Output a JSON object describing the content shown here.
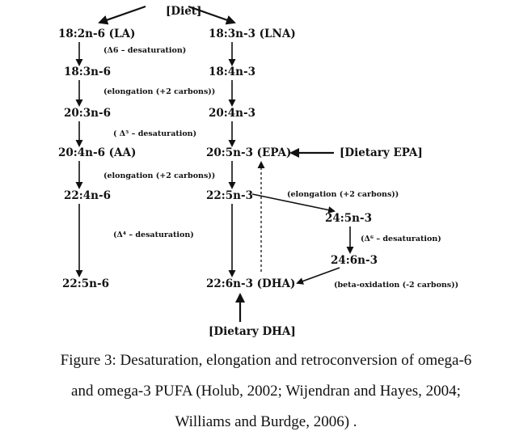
{
  "diagram": {
    "diet": "[Diet]",
    "nodes": {
      "la": "18:2n-6 (LA)",
      "lna": "18:3n-3 (LNA)",
      "n6_18_3": "18:3n-6",
      "n3_18_4": "18:4n-3",
      "n6_20_3": "20:3n-6",
      "n3_20_4": "20:4n-3",
      "aa": "20:4n-6 (AA)",
      "epa": "20:5n-3 (EPA)",
      "n6_22_4": "22:4n-6",
      "n3_22_5": "22:5n-3",
      "n3_24_5": "24:5n-3",
      "n3_24_6": "24:6n-3",
      "n6_22_5": "22:5n-6",
      "dha": "22:6n-3 (DHA)"
    },
    "dietary_epa": "[Dietary EPA]",
    "dietary_dha": "[Dietary DHA]",
    "notes": {
      "delta6_desat": "(Δ6 – desaturation)",
      "elong1": "(elongation (+2 carbons))",
      "delta5_desat": "( Δ⁵ – desaturation)",
      "elong2": "(elongation (+2 carbons))",
      "elong3": "(elongation (+2 carbons))",
      "delta4_desat": "(Δ⁴ – desaturation)",
      "delta6b_desat": "(Δ⁶ – desaturation)",
      "beta_ox": "(beta-oxidation (-2 carbons))"
    }
  },
  "caption": {
    "line1": "Figure 3: Desaturation, elongation and retroconversion of omega-6",
    "line2": "and omega-3 PUFA (Holub, 2002; Wijendran and Hayes, 2004;",
    "line3": "Williams and Burdge, 2006) ."
  }
}
